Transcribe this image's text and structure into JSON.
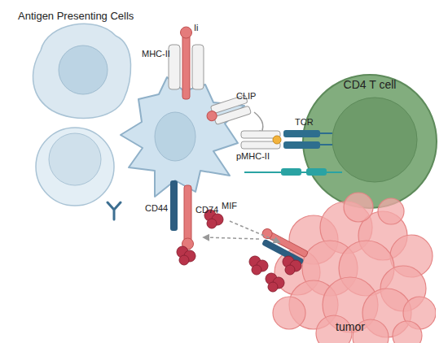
{
  "diagram": {
    "title": "Antigen Presenting Cells",
    "nodes": [
      {
        "text": [
          "CD4 T cell"
        ]
      },
      {
        "text": [
          "tumor"
        ]
      }
    ],
    "labels": [
      "Ii",
      "MHC-II",
      "CLIP",
      "pMHC-II",
      "TCR",
      "CD44",
      "CD74",
      "MIF"
    ]
  }
}
